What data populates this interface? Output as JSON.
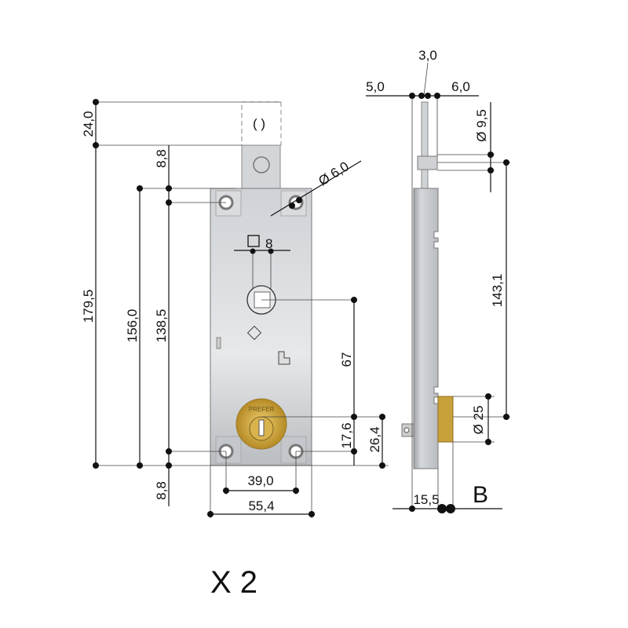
{
  "front_view": {
    "dims": {
      "top_ext": "24,0",
      "total_height": "179,5",
      "body_height": "156,0",
      "hole_spacing_v": "138,5",
      "tab_offset_top": "8,8",
      "offset_bottom": "8,8",
      "spindle_to_cylinder": "67",
      "cylinder_to_hole": "17,6",
      "cylinder_to_bottom": "26,4",
      "hole_spacing_h": "39,0",
      "body_width": "55,4",
      "hole_diameter": "Ø 6,0",
      "square_spindle": "8"
    },
    "cylinder_brand": "PREFER"
  },
  "side_view": {
    "dims": {
      "plate": "3,0",
      "left": "5,0",
      "right": "6,0",
      "pin_diameter": "Ø 9,5",
      "pin_to_cylinder": "143,1",
      "cylinder_diameter": "Ø 25",
      "depth": "15,5"
    },
    "label": "B"
  },
  "quantity": "X 2",
  "colors": {
    "body": "#c9ccd0",
    "brass": "#c9a13a",
    "line": "#111111"
  }
}
